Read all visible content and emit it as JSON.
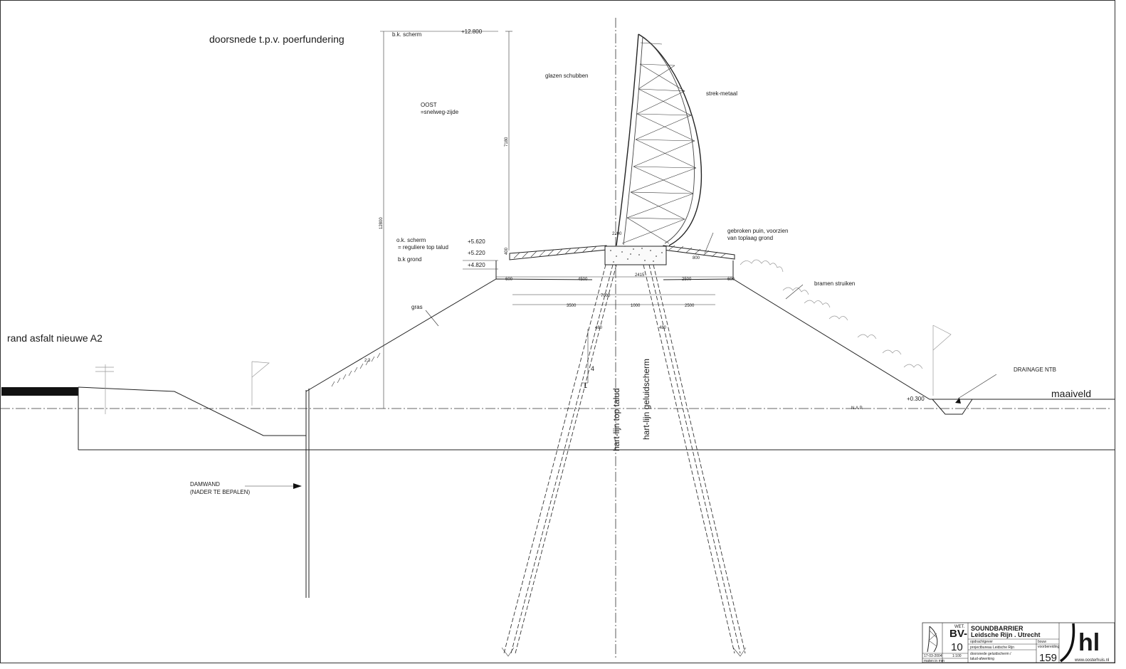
{
  "title": "doorsnede t.p.v. poerfundering",
  "labels": {
    "bk_scherm": "b.k. scherm",
    "ok_scherm": "o.k. scherm",
    "reguliere_top": "= reguliere top talud",
    "bk_grond": "b.k grond",
    "oost": "OOST",
    "snelweg": "=snelweg-zijde",
    "glazen": "glazen schubben",
    "strek": "strek-metaal",
    "puin_1": "gebroken puin, voorzien",
    "puin_2": "van toplaag grond",
    "bramen": "bramen struiken",
    "gras": "gras",
    "rand_asfalt": "rand asfalt nieuwe A2",
    "maaiveld": "maaiveld",
    "drainage": "DRAINAGE NTB",
    "nap": "N.A.P.",
    "damwand_1": "DAMWAND",
    "damwand_2": "(NADER TE BEPALEN)",
    "hart_talud": "hart-lijn top talud",
    "hart_scherm": "hart-lijn geluidscherm"
  },
  "levels": {
    "top": "+12.800",
    "l5620": "+5.620",
    "l5220": "+5.220",
    "l4820": "+4.820",
    "l0300": "+0.300"
  },
  "dims": {
    "d7180": "7180",
    "d12800": "12800",
    "d400": "400",
    "d2200": "2200",
    "d2415": "2415",
    "d600a": "600",
    "d4500": "4500",
    "d2500a": "2500",
    "d600b": "600",
    "d7000": "7000",
    "d3500": "3500",
    "d1000": "1000",
    "d2500b": "2500",
    "d480a": "480",
    "d480b": "480",
    "d800": "800",
    "slope_4": "4",
    "slope_1": "1",
    "slope_23": "2:3"
  },
  "titleblock": {
    "wet": "WET.",
    "code": "BV-",
    "num": "10",
    "name1": "SOUNDBARRIER",
    "name2": "Leidsche Rijn . Utrecht",
    "opdrachtgever": "opdrachtgever",
    "projectbureau": "projectbureau Leidsche Rijn",
    "fase_1": "bouw",
    "fase_2": "voorbereiding",
    "onderwerp_1": "doorsnede geluidscherm /",
    "onderwerp_2": "talud-afwerking",
    "date": "17-03-2004",
    "scale": "1:100",
    "units": "maten in mm",
    "sheet": "159",
    "logo": "hl",
    "website": "www.oosterhuis.nl"
  }
}
